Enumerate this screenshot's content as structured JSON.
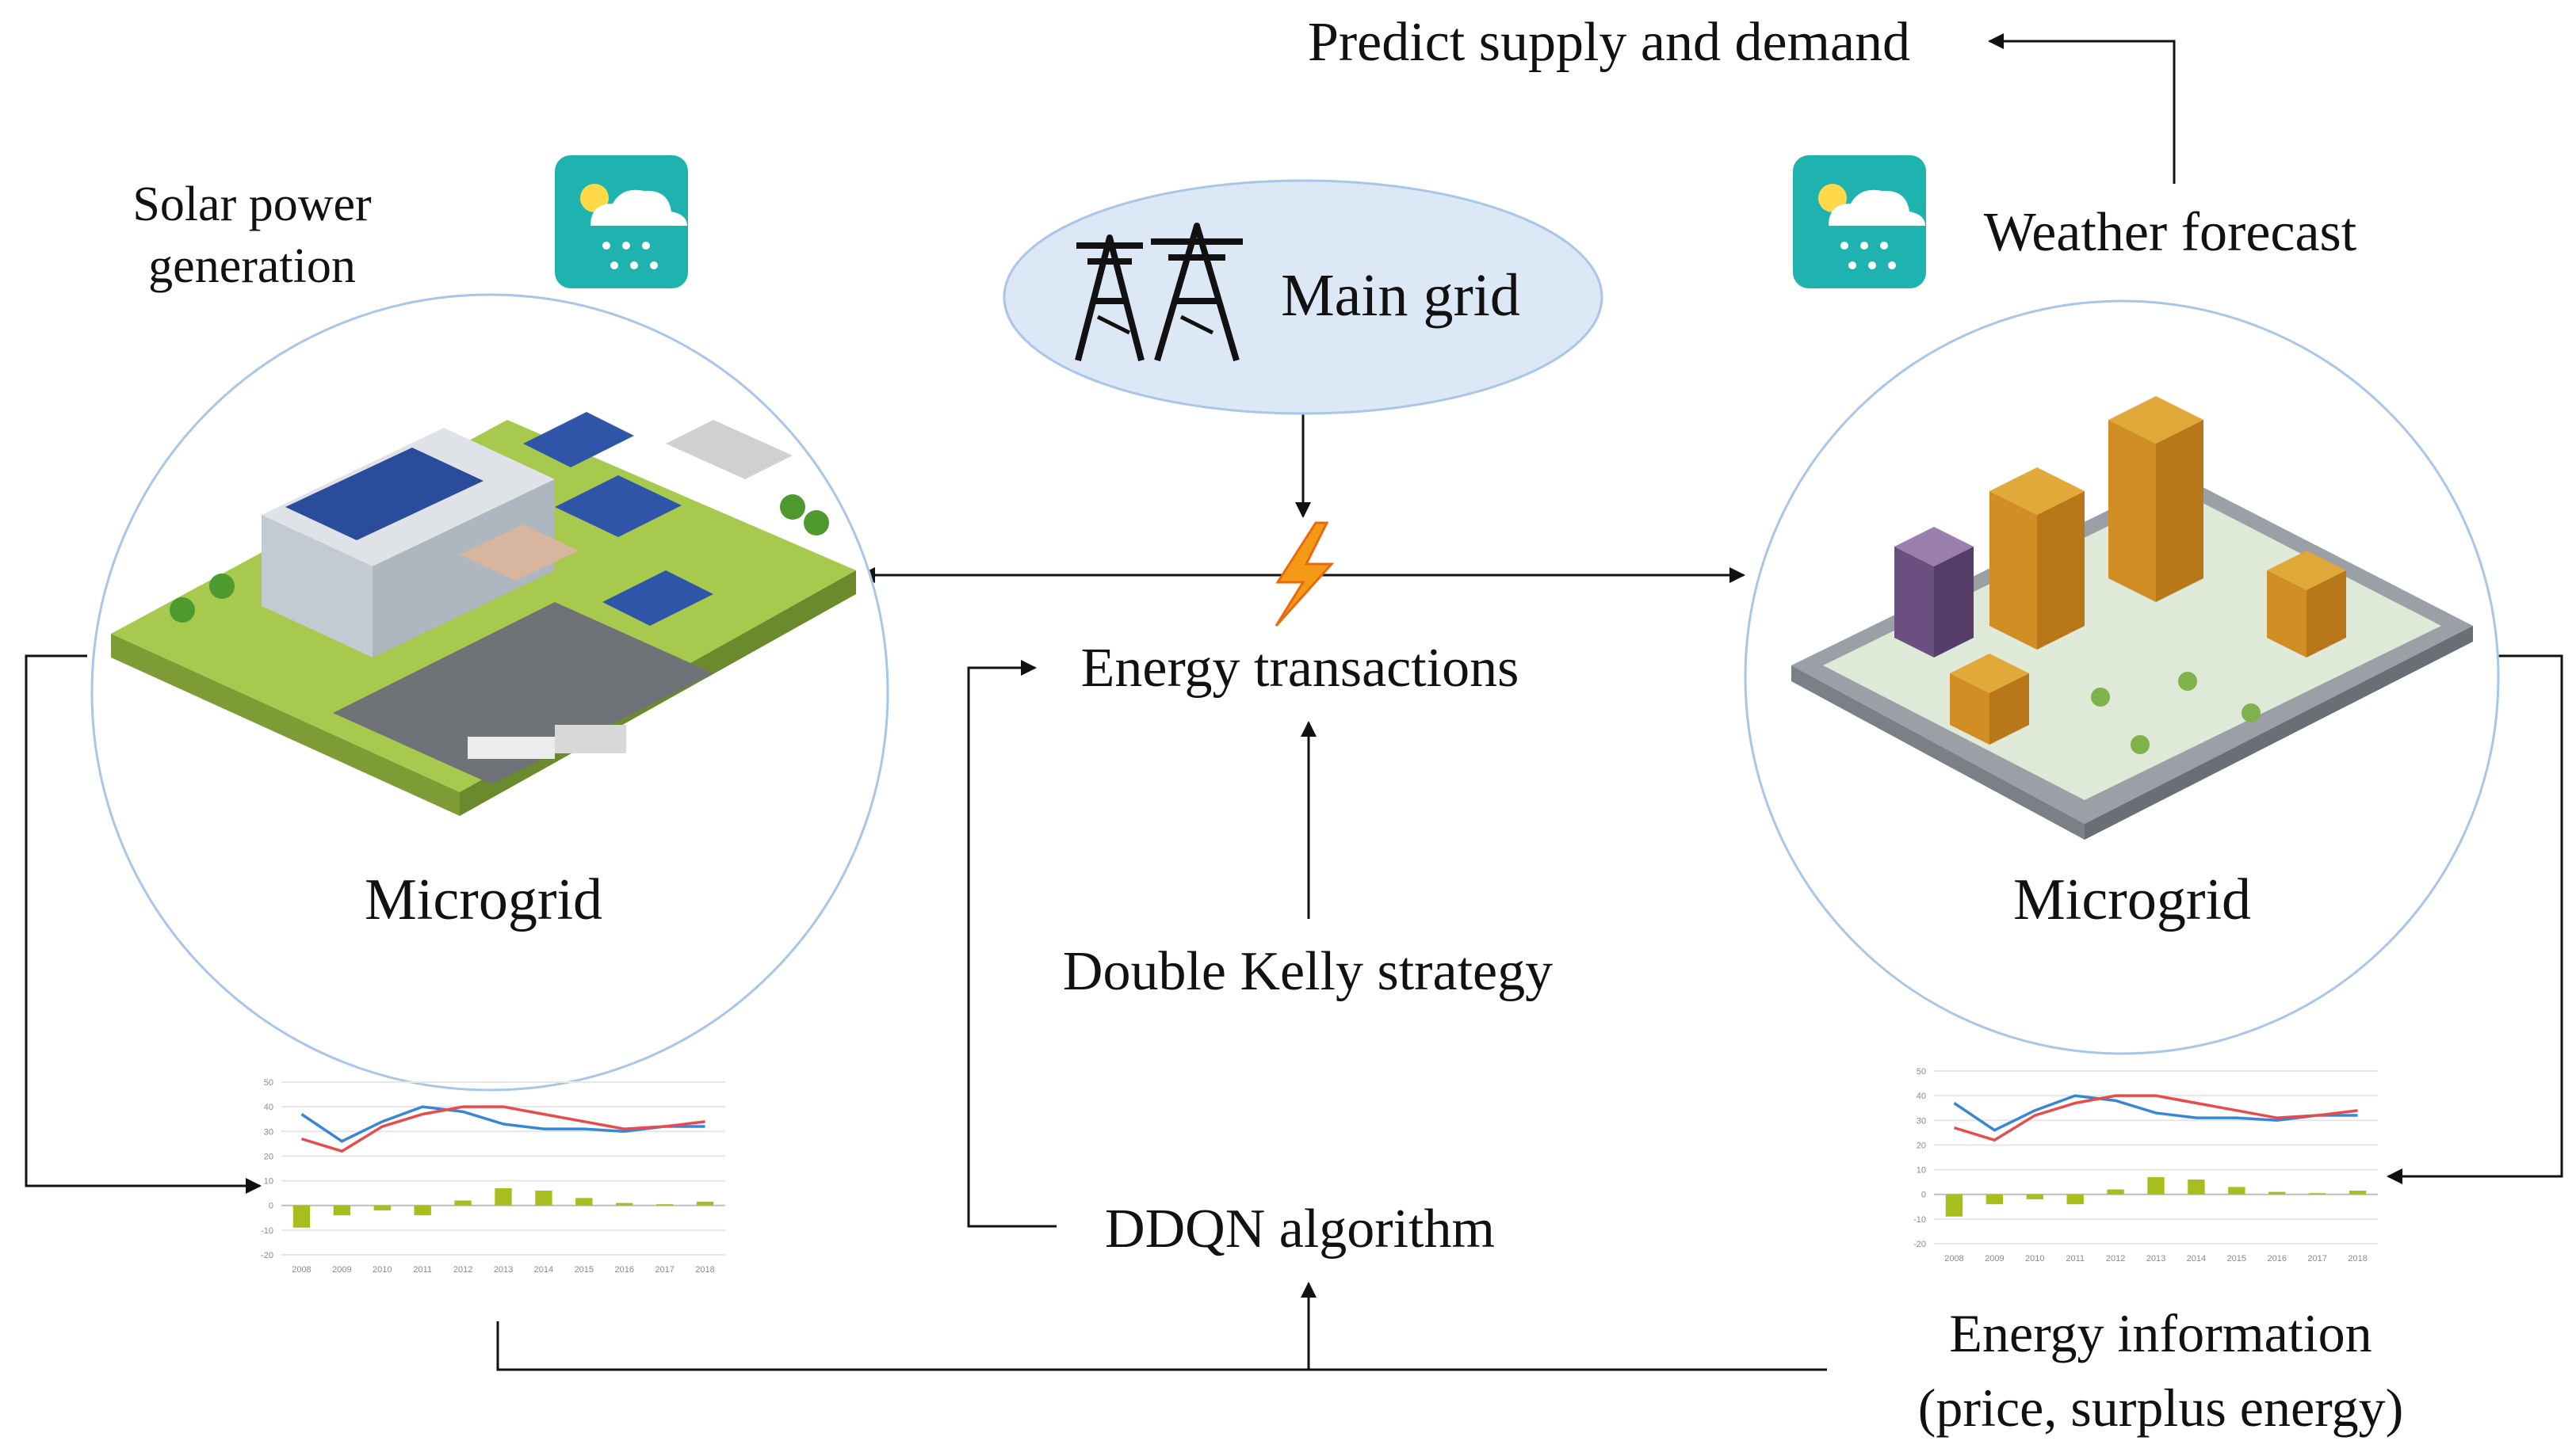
{
  "labels": {
    "predict": "Predict supply and demand",
    "weather": "Weather forecast",
    "solar_line1": "Solar power",
    "solar_line2": "generation",
    "main_grid": "Main grid",
    "energy_transactions": "Energy transactions",
    "double_kelly": "Double Kelly strategy",
    "ddqn": "DDQN algorithm",
    "microgrid_left": "Microgrid",
    "microgrid_right": "Microgrid",
    "energy_info_line1": "Energy information",
    "energy_info_line2": "(price, surplus energy)"
  },
  "colors": {
    "weather_icon": "#1fb3b0",
    "main_grid_fill": "#dde8f6",
    "circle_stroke": "#a9c6e8",
    "series_blue": "#3a86d6",
    "series_red": "#e84b4b",
    "bars": "#a8be1e",
    "lightning": "#f59a16"
  },
  "icons": {
    "weather_left": "weather-icon",
    "weather_right": "weather-icon",
    "pylon": "pylon-icon",
    "lightning": "lightning-icon"
  },
  "chart_data": [
    {
      "type": "line",
      "categories": [
        "2008",
        "2009",
        "2010",
        "2011",
        "2012",
        "2013",
        "2014",
        "2015",
        "2016",
        "2017",
        "2018"
      ],
      "ylim": [
        -20,
        50
      ],
      "yticks": [
        "50",
        "40",
        "30",
        "20",
        "10",
        "0",
        "-10",
        "-20"
      ],
      "series": [
        {
          "values": [
            37,
            26,
            34,
            40,
            38,
            33,
            31,
            31,
            30,
            32,
            32
          ]
        },
        {
          "values": [
            27,
            22,
            32,
            37,
            40,
            40,
            37,
            34,
            31,
            32,
            34
          ]
        }
      ],
      "bars": [
        -9,
        -4,
        -2,
        -4,
        2,
        7,
        6,
        3,
        1,
        0.5,
        1.5
      ]
    },
    {
      "type": "line",
      "categories": [
        "2008",
        "2009",
        "2010",
        "2011",
        "2012",
        "2013",
        "2014",
        "2015",
        "2016",
        "2017",
        "2018"
      ],
      "ylim": [
        -20,
        50
      ],
      "yticks": [
        "50",
        "40",
        "30",
        "20",
        "10",
        "0",
        "-10",
        "-20"
      ],
      "series": [
        {
          "values": [
            37,
            26,
            34,
            40,
            38,
            33,
            31,
            31,
            30,
            32,
            32
          ]
        },
        {
          "values": [
            27,
            22,
            32,
            37,
            40,
            40,
            37,
            34,
            31,
            32,
            34
          ]
        }
      ],
      "bars": [
        -9,
        -4,
        -2,
        -4,
        2,
        7,
        6,
        3,
        1,
        0.5,
        1.5
      ]
    }
  ]
}
